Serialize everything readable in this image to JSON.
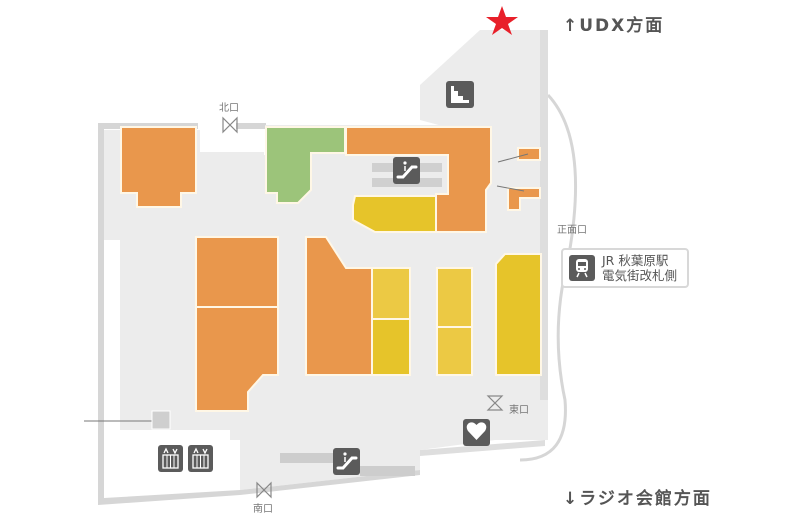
{
  "map": {
    "directions": {
      "north": {
        "arrow": "↑",
        "label": "UDX方面"
      },
      "south": {
        "arrow": "↓",
        "label": "ラジオ会館方面"
      }
    },
    "entrances": {
      "north": "北口",
      "front": "正面口",
      "east": "東口",
      "south": "南口"
    },
    "station_sign": {
      "line1": "JR 秋葉原駅",
      "line2": "電気街改札側",
      "icon": "train-icon"
    },
    "current_location": {
      "icon": "star-icon",
      "color": "#e8202a"
    },
    "facilities": [
      {
        "type": "stairs",
        "icon": "stairs-icon"
      },
      {
        "type": "escalator",
        "icon": "escalator-icon",
        "location": "upper"
      },
      {
        "type": "escalator",
        "icon": "escalator-icon",
        "location": "lower"
      },
      {
        "type": "elevator",
        "icon": "elevator-icon"
      },
      {
        "type": "elevator",
        "icon": "elevator-icon"
      },
      {
        "type": "aed",
        "icon": "heart-icon"
      }
    ],
    "colors": {
      "orange": "#e9974c",
      "yellow": "#e6c42a",
      "light_yellow": "#ecc944",
      "green": "#9cc47a",
      "floor": "#ececec",
      "wall": "#d6d6d6",
      "icon_bg": "#5b5b5b",
      "text": "#555555"
    }
  }
}
